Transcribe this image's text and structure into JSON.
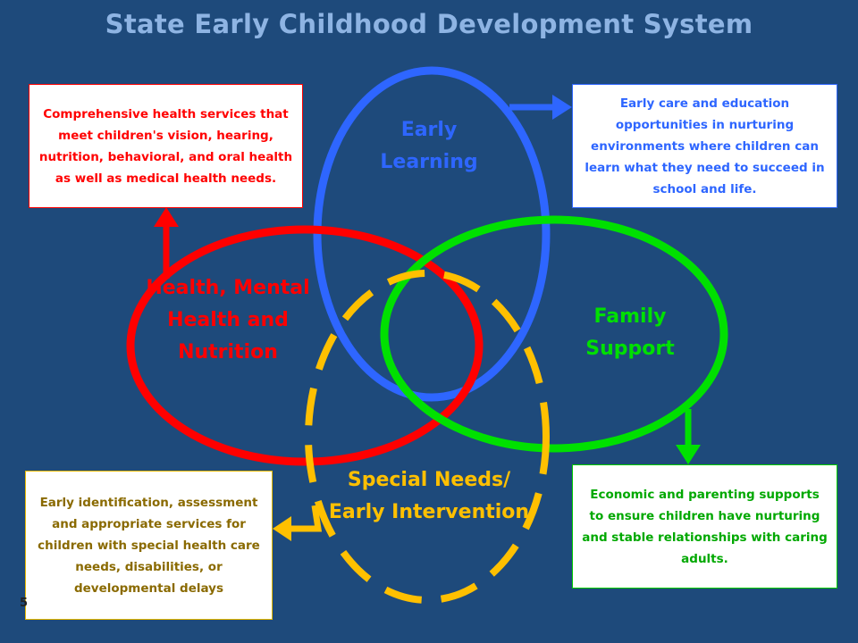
{
  "title": "State Early Childhood Development System",
  "circles": {
    "early_learning": "Early Learning",
    "health": "Health, Mental Health and Nutrition",
    "family_support": "Family Support",
    "special_needs": "Special Needs/ Early Intervention"
  },
  "boxes": {
    "health": "Comprehensive health services that meet children's vision, hearing, nutrition, behavioral, and oral health as well as medical health needs.",
    "learning": "Early care and education opportunities in nurturing environments where children can learn what they need to succeed in school and life.",
    "family": "Economic and parenting supports to ensure children have nurturing and stable relationships with caring adults.",
    "special": "Early identification, assessment and appropriate services for children with special health care needs, disabilities, or developmental delays"
  },
  "slide_number": "5",
  "colors": {
    "background": "#1e4a7b",
    "early_learning": "#2e66ff",
    "health": "#ff0000",
    "family_support": "#00e000",
    "special_needs": "#ffc000"
  }
}
